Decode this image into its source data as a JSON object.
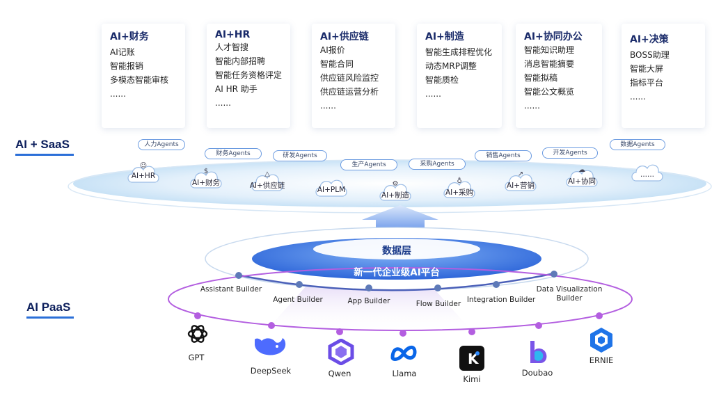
{
  "cards": [
    {
      "title": "AI+财务",
      "items": [
        "AI记账",
        "智能报销",
        "多模态智能审核",
        "......"
      ]
    },
    {
      "title": "AI+HR",
      "items": [
        "人才智搜",
        "智能内部招聘",
        "智能任务资格评定",
        "AI HR 助手",
        "......"
      ]
    },
    {
      "title": "AI+供应链",
      "items": [
        "AI报价",
        "智能合同",
        "供应链风险监控",
        "供应链运营分析",
        "......"
      ]
    },
    {
      "title": "AI+制造",
      "items": [
        "智能生成排程优化",
        "动态MRP调整",
        "智能质检",
        "......"
      ]
    },
    {
      "title": "AI+协同办公",
      "items": [
        "智能知识助理",
        "消息智能摘要",
        "智能拟稿",
        "智能公文概览",
        "......"
      ]
    },
    {
      "title": "AI+决策",
      "items": [
        "BOSS助理",
        "智能大屏",
        "指标平台",
        "......"
      ]
    }
  ],
  "side_labels": {
    "saas": "AI + SaaS",
    "paas": "AI PaaS"
  },
  "agent_tags": [
    "人力Agents",
    "财务Agents",
    "研发Agents",
    "生产Agents",
    "采购Agents",
    "销售Agents",
    "开发Agents",
    "数据Agents"
  ],
  "clouds": [
    "AI+HR",
    "AI+财务",
    "AI+供应链",
    "AI+PLM",
    "AI+制造",
    "AI+采购",
    "AI+营销",
    "AI+协同",
    "......"
  ],
  "platform": {
    "data_layer": "数据层",
    "subtitle": "新一代企业级AI平台"
  },
  "builders": [
    "Assistant Builder",
    "Agent Builder",
    "App Builder",
    "Flow Builder",
    "Integration Builder",
    "Data Visualization Builder"
  ],
  "models": [
    "GPT",
    "DeepSeek",
    "Qwen",
    "Llama",
    "Kimi",
    "Doubao",
    "ERNIE"
  ],
  "colors": {
    "accent": "#2b6fd8",
    "ring_purple": "#b35ee0",
    "dark_blue": "#0c1f5c"
  }
}
